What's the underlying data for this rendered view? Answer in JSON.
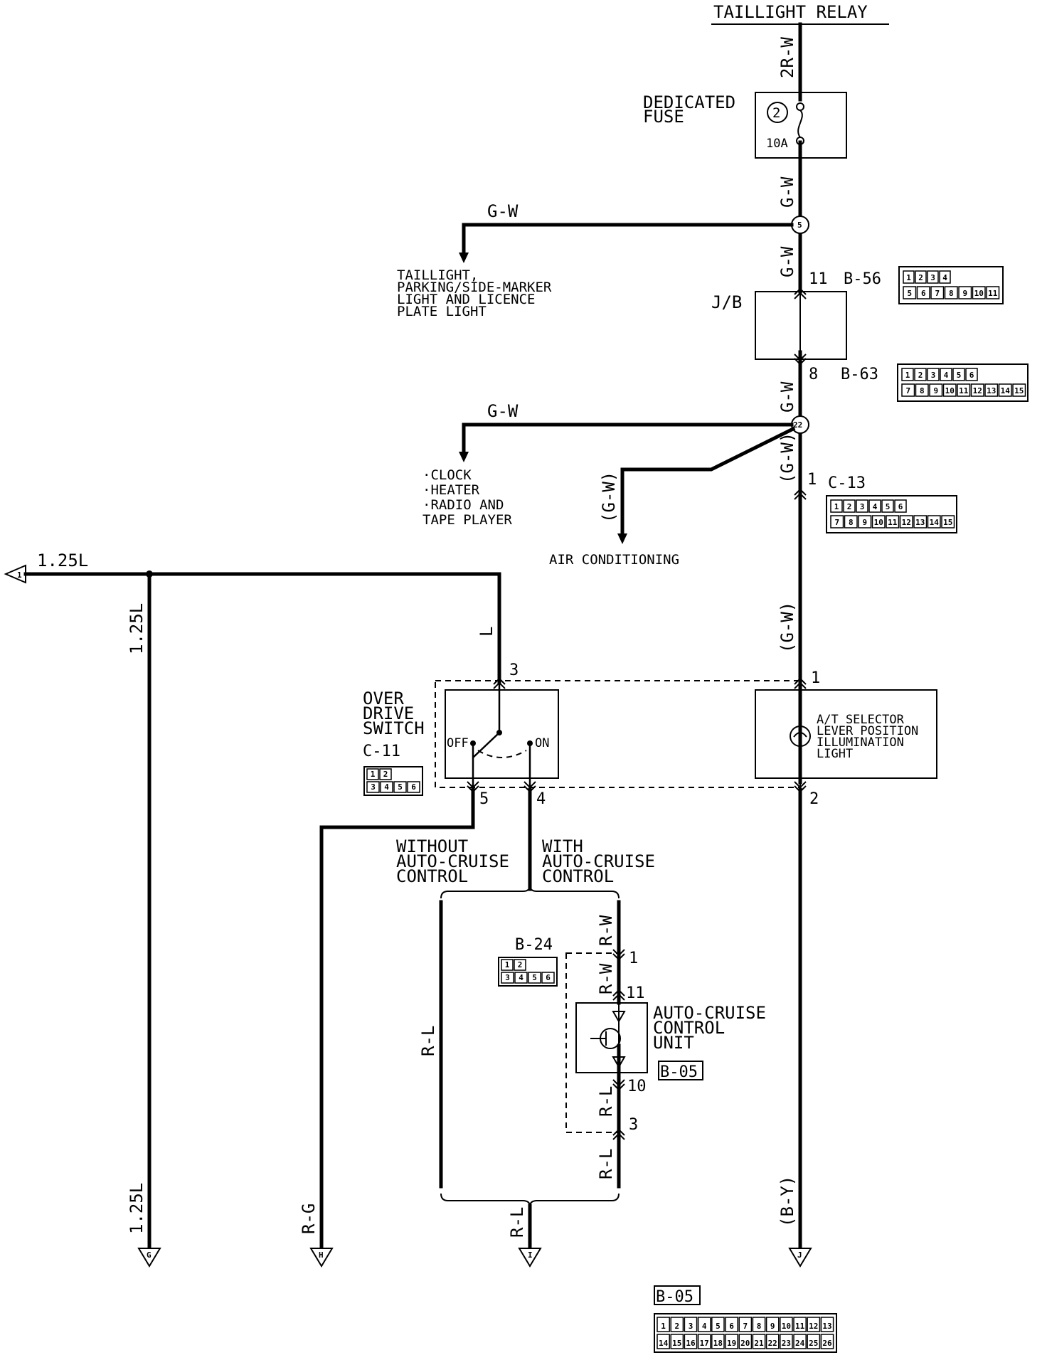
{
  "title": "TAILLIGHT RELAY",
  "fuse": {
    "label_line1": "DEDICATED",
    "label_line2": "FUSE",
    "number": "2",
    "rating": "10A"
  },
  "wires": {
    "relay_out": "2R-W",
    "fuse_out": "G-W",
    "branch_taillight": "G-W",
    "jb_in": "G-W",
    "jb_out": "G-W",
    "branch_clock": "G-W",
    "air_con": "(G-W)",
    "c13_out": "(G-W)",
    "selector_in": "(G-W)",
    "selector_out": "(B-Y)",
    "left_top": "1.25L",
    "left_vert": "1.25L",
    "left_bottom": "1.25L",
    "switch_in": "L",
    "to_h": "R-G",
    "acc_in": "R-W",
    "acc_in2": "R-W",
    "acc_out": "R-L",
    "acc_out2": "R-L",
    "to_i": "R-L",
    "bypass": "R-L"
  },
  "junctions": {
    "j5": "5",
    "j22": "22"
  },
  "connectors": {
    "b56": {
      "code": "B-56",
      "pin": "11",
      "top": [
        "1",
        "2",
        "3",
        "4"
      ],
      "bottom": [
        "5",
        "6",
        "7",
        "8",
        "9",
        "10",
        "11"
      ]
    },
    "b63": {
      "code": "B-63",
      "pin": "8",
      "top": [
        "1",
        "2",
        "3",
        "4",
        "5",
        "6"
      ],
      "bottom": [
        "7",
        "8",
        "9",
        "10",
        "11",
        "12",
        "13",
        "14",
        "15"
      ]
    },
    "c13": {
      "code": "C-13",
      "pin_in": "1",
      "top": [
        "1",
        "2",
        "3",
        "4",
        "5",
        "6"
      ],
      "bottom": [
        "7",
        "8",
        "9",
        "10",
        "11",
        "12",
        "13",
        "14",
        "15"
      ]
    },
    "c11": {
      "code": "C-11",
      "top": [
        "1",
        "2"
      ],
      "bottom": [
        "3",
        "4",
        "5",
        "6"
      ]
    },
    "b24": {
      "code": "B-24",
      "top": [
        "1",
        "2"
      ],
      "bottom": [
        "3",
        "4",
        "5",
        "6"
      ]
    },
    "b05": {
      "code": "B-05",
      "top": [
        "1",
        "2",
        "3",
        "4",
        "5",
        "6",
        "7",
        "8",
        "9",
        "10",
        "11",
        "12",
        "13"
      ],
      "bottom": [
        "14",
        "15",
        "16",
        "17",
        "18",
        "19",
        "20",
        "21",
        "22",
        "23",
        "24",
        "25",
        "26"
      ]
    }
  },
  "jb": {
    "label": "J/B"
  },
  "loads": {
    "taillight": [
      "TAILLIGHT,",
      "PARKING/SIDE-MARKER",
      "LIGHT AND LICENCE",
      "PLATE LIGHT"
    ],
    "clock": [
      "·CLOCK",
      "·HEATER",
      "·RADIO AND",
      " TAPE PLAYER"
    ],
    "air_con": "AIR CONDITIONING"
  },
  "switch": {
    "label": [
      "OVER",
      "DRIVE",
      "SWITCH"
    ],
    "code": "C-11",
    "off": "OFF",
    "on": "ON",
    "pin_in": "3",
    "pin_off": "5",
    "pin_on": "4"
  },
  "selector": {
    "label": [
      "A/T SELECTOR",
      "LEVER POSITION",
      "ILLUMINATION",
      "LIGHT"
    ],
    "pin_in": "1",
    "pin_out": "2"
  },
  "variants": {
    "without": [
      "WITHOUT",
      "AUTO-CRUISE",
      "CONTROL"
    ],
    "with": [
      "WITH",
      "AUTO-CRUISE",
      "CONTROL"
    ]
  },
  "acc": {
    "label": [
      "AUTO-CRUISE",
      "CONTROL",
      "UNIT"
    ],
    "code": "B-05",
    "b24": "B-24",
    "pins": {
      "p1": "1",
      "p11": "11",
      "p10": "10",
      "p3": "3"
    }
  },
  "terminals": {
    "left_in": "1",
    "g": "G",
    "h": "H",
    "i": "I",
    "j": "J"
  },
  "bottom_connector_code": "B-05"
}
